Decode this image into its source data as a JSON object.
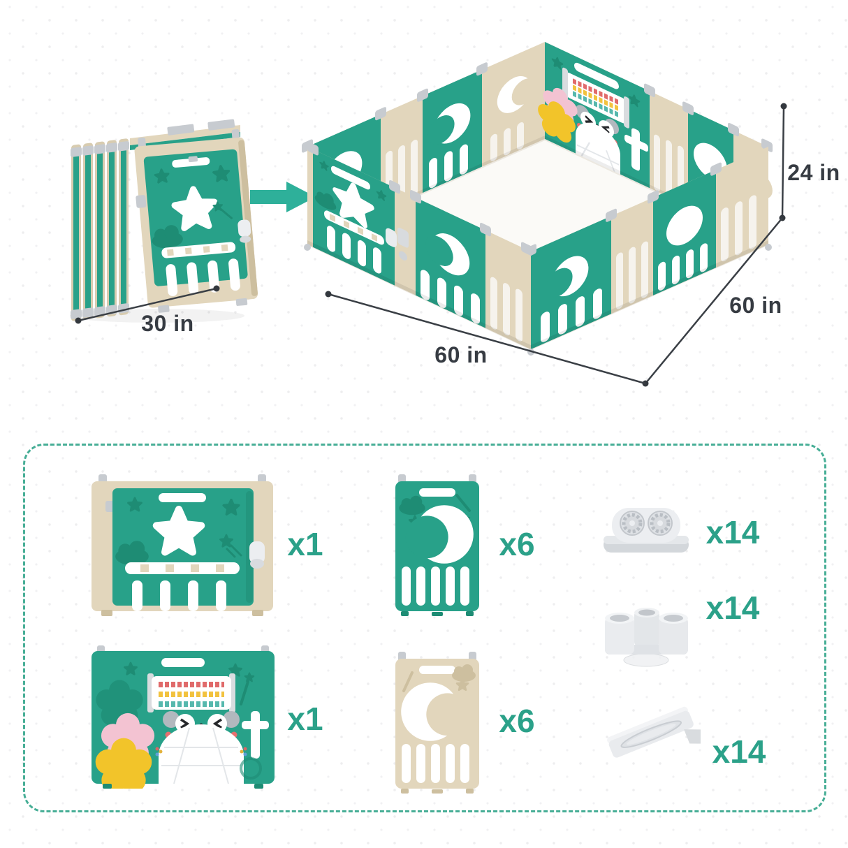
{
  "figure": {
    "folded_playpen": {
      "width_label": "30 in"
    },
    "assembled_playpen": {
      "height_label": "24 in",
      "side_label": "60 in",
      "front_label": "60 in"
    }
  },
  "parts_box": {
    "door_panel": {
      "count": "x1"
    },
    "green_moon_panel": {
      "count": "x6"
    },
    "foot_base": {
      "count": "x14"
    },
    "activity_panel": {
      "count": "x1"
    },
    "beige_moon_panel": {
      "count": "x6"
    },
    "tube_connector": {
      "count": "x14"
    },
    "wall_bracket": {
      "count": "x14"
    }
  },
  "colors": {
    "panel_green": "#28A189",
    "panel_green_dark": "#1E8C74",
    "panel_beige": "#E2D6BC",
    "panel_beige_dark": "#CDBF9F",
    "connector_gray": "#C7CBD0",
    "count_text": "#2BA189",
    "dimension_text": "#363B42",
    "dashed_border": "#47AE96",
    "arrow": "#2EB09A"
  }
}
